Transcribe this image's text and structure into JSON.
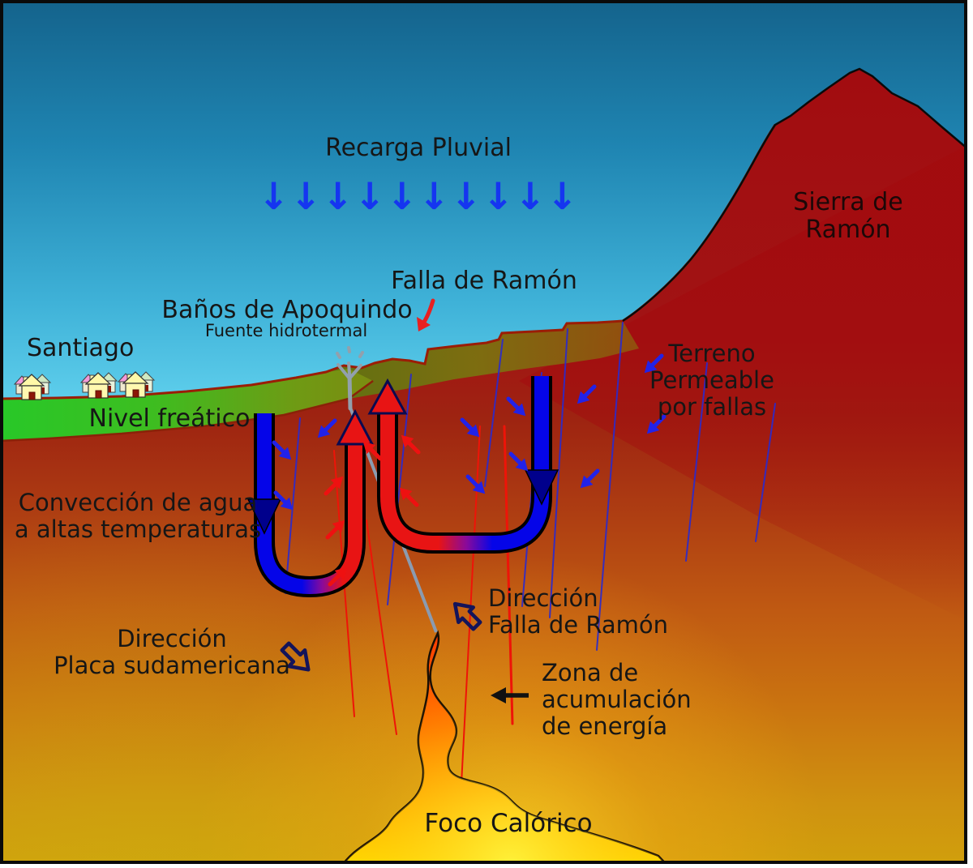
{
  "diagram": {
    "labels": {
      "recarga_pluvial": "Recarga Pluvial",
      "sierra_de_ramon": "Sierra de Ramón",
      "falla_de_ramon": "Falla de Ramón",
      "banos_de_apoquindo": "Baños de Apoquindo",
      "fuente_hidrotermal": "Fuente hidrotermal",
      "santiago": "Santiago",
      "nivel_freatico": "Nivel freático",
      "terreno_permeable": "Terreno\nPermeable\npor fallas",
      "conveccion": "Convección de agua\na altas temperaturas",
      "direccion_falla": "Dirección\nFalla de Ramón",
      "direccion_placa": "Dirección\nPlaca sudamericana",
      "zona_acumulacion": "Zona de\nacumulación\nde energía",
      "foco_calorico": "Foco Calórico"
    },
    "rain": {
      "arrows": "↓↓↓↓↓↓↓↓↓↓",
      "count": 10
    },
    "icons": {
      "city": "house-icon",
      "hot_spring": "spray-icon",
      "cold_flow": "blue-arrow-icon",
      "hot_flow": "red-arrow-icon",
      "fault_direction": "hollow-arrow-icon"
    },
    "colors": {
      "sky_top": "#14638c",
      "sky_bottom": "#64d4f0",
      "mountain_red": "#a30d10",
      "underground_top": "#9c2410",
      "underground_orange": "#c35c12",
      "underground_yellow": "#d0a00c",
      "magma_orange": "#ff6a00",
      "magma_glow": "#ffe800",
      "water_table_green": "#2fd02f",
      "soil_olive": "#6e7d12",
      "cold_water_blue": "#0505e8",
      "hot_water_red": "#e81414",
      "fault_blue": "#2a2ace",
      "fault_red": "#ee1408",
      "fault_gray": "#8b9bb0",
      "rain_arrow_blue": "#1535f0",
      "label_text": "#161616"
    }
  }
}
